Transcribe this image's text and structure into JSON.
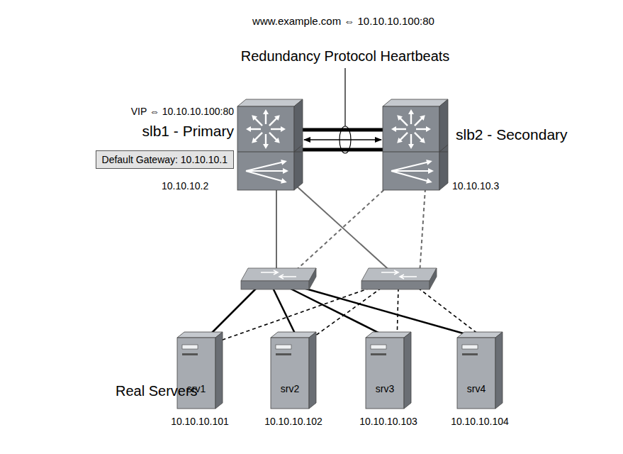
{
  "diagram": {
    "title": "www.example.com ⇔ 10.10.10.100:80",
    "nodes": [
      {
        "text": [
          "VIP ⇔ 10.10.10.100:80",
          "slb1 - Primary",
          "10.10.10.2"
        ]
      },
      {
        "text": [
          "Default Gateway: 10.10.10.1"
        ]
      },
      {
        "text": [
          "slb2 - Secondary",
          "10.10.10.3"
        ]
      },
      {
        "text": [
          "srv1",
          "10.10.10.101"
        ]
      },
      {
        "text": [
          "srv2",
          "10.10.10.102"
        ]
      },
      {
        "text": [
          "srv3",
          "10.10.10.103"
        ]
      },
      {
        "text": [
          "srv4",
          "10.10.10.104"
        ]
      }
    ],
    "edges": [
      {
        "from": 0,
        "to": 2,
        "arrow": "both"
      }
    ],
    "labels": [
      "Redundancy Protocol Heartbeats",
      "Real Servers"
    ]
  }
}
